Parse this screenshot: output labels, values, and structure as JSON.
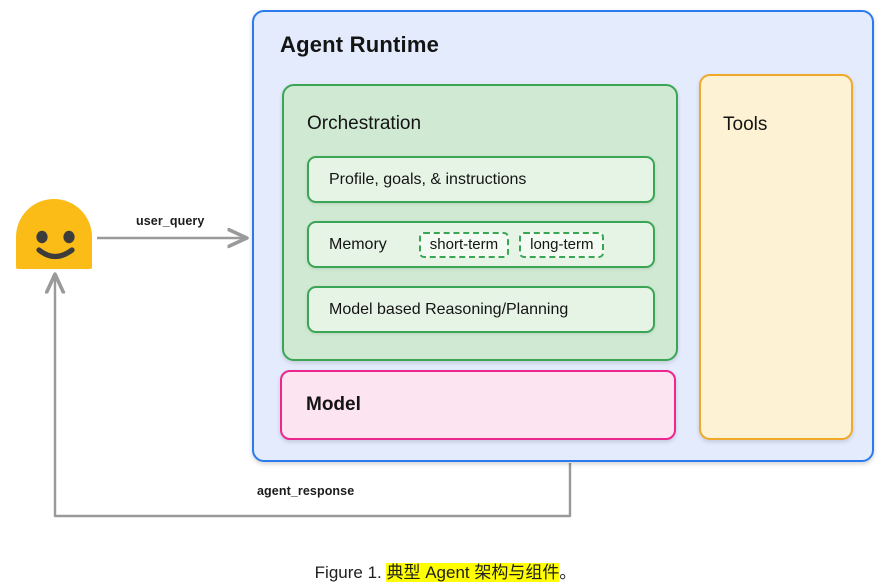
{
  "figure": {
    "caption_prefix": "Figure 1. ",
    "caption_highlight": "典型 Agent 架构与组件",
    "caption_suffix": "。"
  },
  "runtime": {
    "title": "Agent Runtime",
    "border_color": "#2a7bf0",
    "fill_color": "#e3ebfd"
  },
  "orchestration": {
    "title": "Orchestration",
    "border_color": "#3aa655",
    "fill_color": "#cfe9d2",
    "rows": [
      {
        "label": "Profile, goals, & instructions"
      },
      {
        "label": "Memory",
        "chips": [
          "short-term",
          "long-term"
        ]
      },
      {
        "label": "Model based Reasoning/Planning"
      }
    ]
  },
  "model": {
    "title": "Model",
    "border_color": "#ec268f",
    "fill_color": "#fde4f1"
  },
  "tools": {
    "title": "Tools",
    "border_color": "#f0a92a",
    "fill_color": "#fdf3d4"
  },
  "actor": {
    "icon": "smiling-face-emoji",
    "color": "#fbbc18"
  },
  "flows": [
    {
      "id": "user-query",
      "label": "user_query",
      "color": "#9a9a9a"
    },
    {
      "id": "agent-response",
      "label": "agent_response",
      "color": "#9a9a9a"
    }
  ]
}
